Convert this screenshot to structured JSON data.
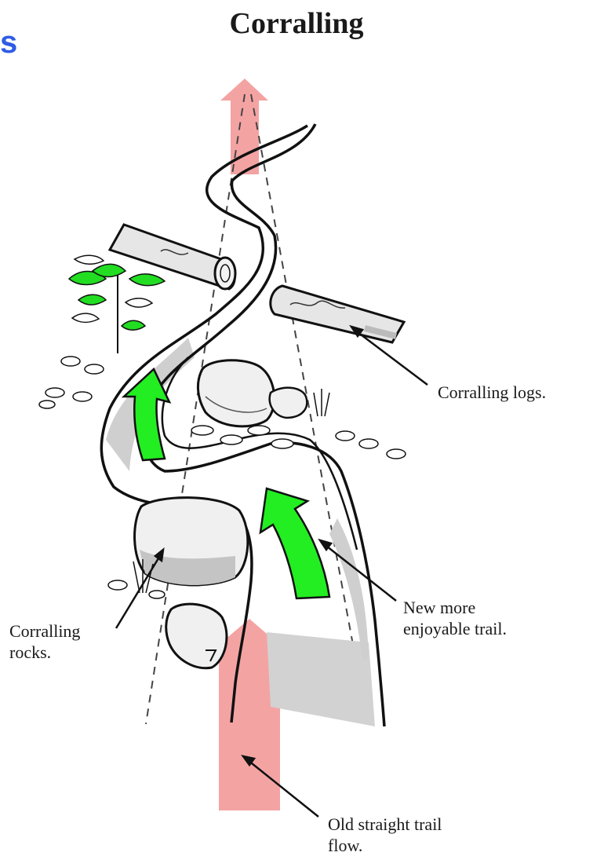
{
  "title": "Corralling",
  "edge_fragment": "s",
  "labels": {
    "corralling_logs": "Corralling logs.",
    "new_trail": "New more\nenjoyable trail.",
    "corralling_rocks": "Corralling\nrocks.",
    "old_trail": "Old straight trail\nflow."
  },
  "colors": {
    "old_flow_arrow": "#f4a3a3",
    "new_flow_arrow": "#22ee22",
    "leaf_green": "#22dd22",
    "edge_text": "#2f5be6",
    "shadow": "#c8c8c8"
  },
  "icons": [
    "rock-icon",
    "log-icon",
    "leaf-icon",
    "flow-arrow-icon"
  ]
}
